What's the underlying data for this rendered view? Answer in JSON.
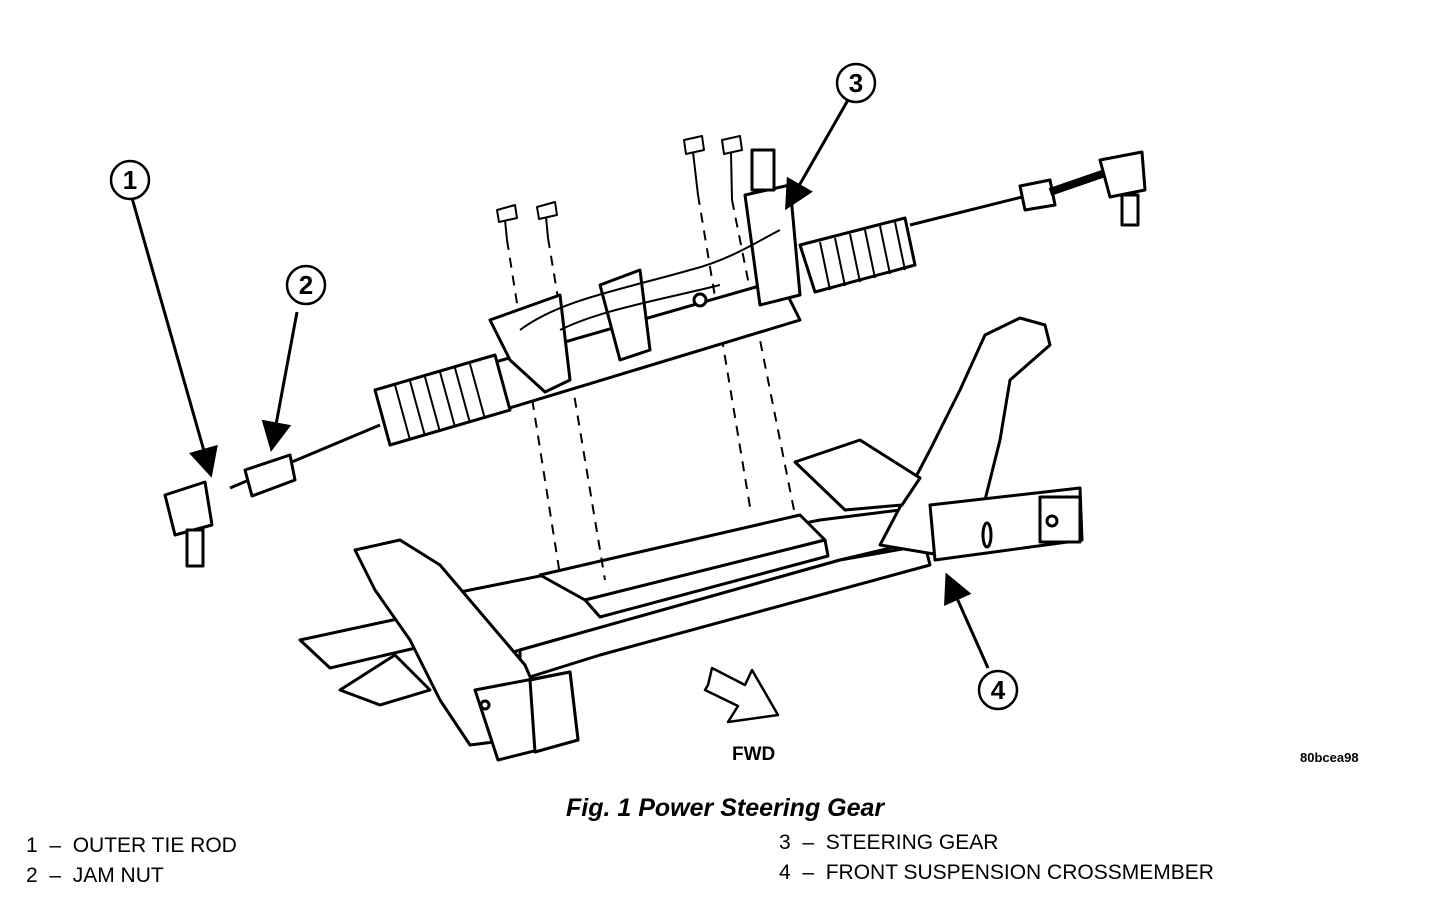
{
  "callouts": [
    "1",
    "2",
    "3",
    "4"
  ],
  "fwd_label": "FWD",
  "image_code": "80bcea98",
  "figure_title": "Fig. 1 Power Steering Gear",
  "legend": [
    {
      "num": "1",
      "text": "OUTER TIE ROD"
    },
    {
      "num": "2",
      "text": "JAM NUT"
    },
    {
      "num": "3",
      "text": "STEERING GEAR"
    },
    {
      "num": "4",
      "text": "FRONT SUSPENSION CROSSMEMBER"
    }
  ]
}
